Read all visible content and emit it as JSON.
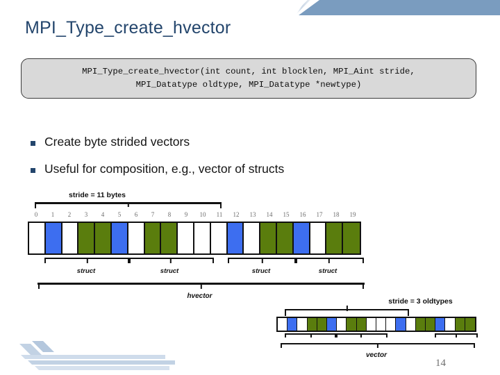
{
  "slide": {
    "title": "MPI_Type_create_hvector",
    "page_number": "14",
    "accent_color": "#7a9cbf",
    "title_color": "#23456c"
  },
  "code_box": {
    "line1": "MPI_Type_create_hvector(int count, int blocklen, MPI_Aint stride,",
    "line2": "MPI_Datatype oldtype, MPI_Datatype *newtype)",
    "background": "#d9d9d9"
  },
  "bullets": [
    {
      "text": "Create byte strided vectors"
    },
    {
      "text": "Useful for composition, e.g., vector of structs"
    }
  ],
  "diagram": {
    "stride_label": "stride = 11 bytes",
    "hvector_label": "hvector",
    "byte_indices": [
      "0",
      "1",
      "2",
      "3",
      "4",
      "5",
      "6",
      "7",
      "8",
      "9",
      "10",
      "11",
      "12",
      "13",
      "14",
      "15",
      "16",
      "17",
      "18",
      "19"
    ],
    "cells": [
      "w",
      "b",
      "w",
      "g",
      "g",
      "b",
      "w",
      "g",
      "g",
      "w",
      "w",
      "w",
      "b",
      "w",
      "g",
      "g",
      "b",
      "w",
      "g",
      "g"
    ],
    "struct_labels": [
      "struct",
      "struct",
      "struct",
      "struct"
    ],
    "colors": {
      "blue": "#3d6ef0",
      "green": "#5a7d0d",
      "white": "#ffffff",
      "outline": "#101010"
    }
  },
  "vector_diagram": {
    "stride_label": "stride = 3 oldtypes",
    "vector_label": "vector",
    "cells": [
      "w",
      "b",
      "w",
      "g",
      "g",
      "b",
      "w",
      "g",
      "g",
      "w",
      "w",
      "w",
      "b",
      "w",
      "g",
      "g",
      "b",
      "w",
      "g",
      "g"
    ]
  }
}
